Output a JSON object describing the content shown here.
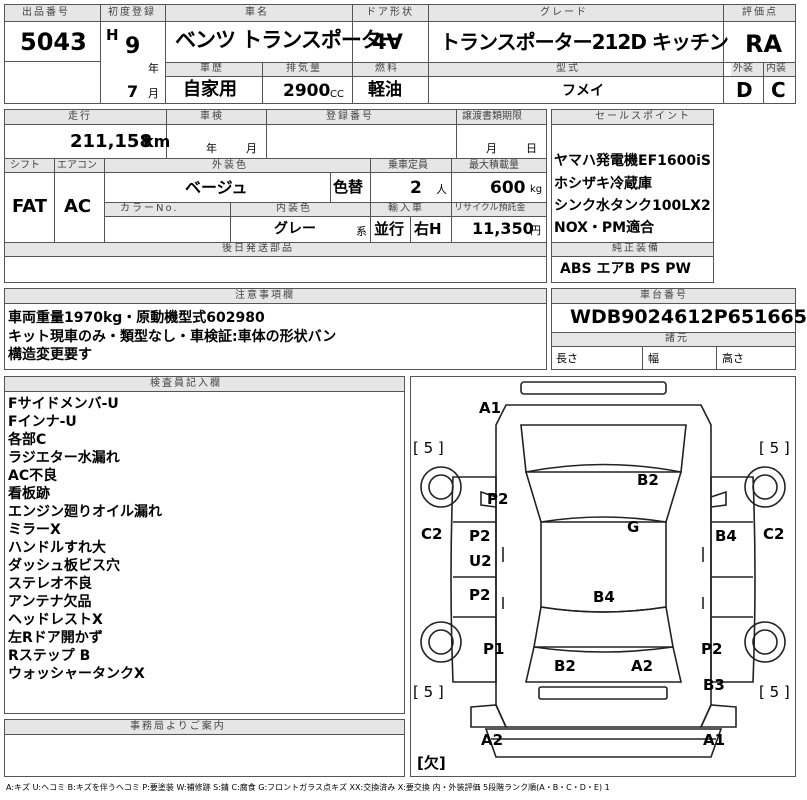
{
  "header": {
    "lot_label": "出品番号",
    "lot_no": "5043",
    "first_reg_label": "初度登録",
    "era": "H",
    "year": "9",
    "year_unit": "年",
    "month": "7",
    "month_unit": "月",
    "car_name_label": "車名",
    "car_name": "ベンツ トランスポーター",
    "door_label": "ドア形状",
    "door": "4V",
    "grade_label": "グレード",
    "grade": "トランスポーター212D キッチン",
    "rating_label": "評価点",
    "rating": "RA",
    "history_label": "車歴",
    "history": "自家用",
    "displacement_label": "排気量",
    "displacement": "2900",
    "cc": "CC",
    "fuel_label": "燃料",
    "fuel": "軽油",
    "model_label": "型式",
    "model": "フメイ",
    "ext_label": "外装",
    "ext_grade": "D",
    "int_label": "内装",
    "int_grade": "C"
  },
  "row2": {
    "mileage_label": "走行",
    "mileage": "211,158",
    "km": "km",
    "inspection_label": "車検",
    "year_unit": "年",
    "month_unit": "月",
    "reg_no_label": "登録番号",
    "transfer_label": "譲渡書類期限",
    "transfer_month": "月",
    "transfer_day": "日",
    "shift_label": "シフト",
    "shift": "FAT",
    "ac_label": "エアコン",
    "ac": "AC",
    "ext_color_label": "外装色",
    "ext_color": "ベージュ",
    "repaint": "色替",
    "capacity_label": "乗車定員",
    "capacity": "2",
    "person": "人",
    "load_label": "最大積載量",
    "load": "600",
    "kg": "kg",
    "color_no_label": "カラーNo.",
    "int_color_label": "内装色",
    "int_color": "グレー",
    "kei": "系",
    "import_label": "輸入車",
    "import_type": "並行",
    "steering": "右H",
    "recycle_label": "リサイクル預託金",
    "recycle": "11,350",
    "yen": "円",
    "parts_label": "後日発送部品"
  },
  "sales": {
    "label": "セールスポイント",
    "lines": [
      "ヤマハ発電機EF1600iS",
      "ホシザキ冷蔵庫",
      "シンク水タンク100LX2",
      "NOX・PM適合"
    ]
  },
  "equipment": {
    "label": "純正装備",
    "value": "ABS エアB PS PW"
  },
  "notes": {
    "label": "注意事項欄",
    "lines": [
      "車両重量1970kg・原動機型式602980",
      "キット現車のみ・類型なし・車検証:車体の形状バン",
      "構造変更要す"
    ]
  },
  "chassis": {
    "label": "車台番号",
    "value": "WDB9024612P651665",
    "dims_label": "諸元",
    "length": "長さ",
    "width": "幅",
    "height": "高さ"
  },
  "inspector": {
    "label": "検査員記入欄",
    "lines": [
      "Fサイドメンバ-U",
      "Fインナ-U",
      "各部C",
      "ラジエター水漏れ",
      "AC不良",
      "看板跡",
      "エンジン廻りオイル漏れ",
      "ミラーX",
      "ハンドルすれ大",
      "ダッシュ板ビス穴",
      "ステレオ不良",
      "アンテナ欠品",
      "ヘッドレストX",
      "左Rドア開かず",
      "Rステップ B",
      "ウォッシャータンクX"
    ]
  },
  "diagram": {
    "labels": {
      "a1_top": "A1",
      "tire_fl": "[ 5 ]",
      "tire_fr": "[ 5 ]",
      "tire_rl": "[ 5 ]",
      "tire_rr": "[ 5 ]",
      "b2_top": "B2",
      "p2_front": "P2",
      "g": "G",
      "c2_left": "C2",
      "c2_right": "C2",
      "p2_ldoor": "P2",
      "u2": "U2",
      "b4_right": "B4",
      "p2_lrear": "P2",
      "b4_roof": "B4",
      "p1": "P1",
      "b2_rear": "B2",
      "a2_rear": "A2",
      "p2_rrear": "P2",
      "b3": "B3",
      "a2_bottom": "A2",
      "a1_bottom": "A1",
      "missing": "[欠]"
    }
  },
  "office": {
    "label": "事務局よりご案内"
  },
  "legend": "A:キズ U:ヘコミ B:キズを伴うヘコミ P:要塗装 W:補修跡 S:錆 C:腐食 G:フロントガラス点キズ XX:交換済み X:要交換 内・外装評価 5段階ランク順(A・B・C・D・E) 1"
}
